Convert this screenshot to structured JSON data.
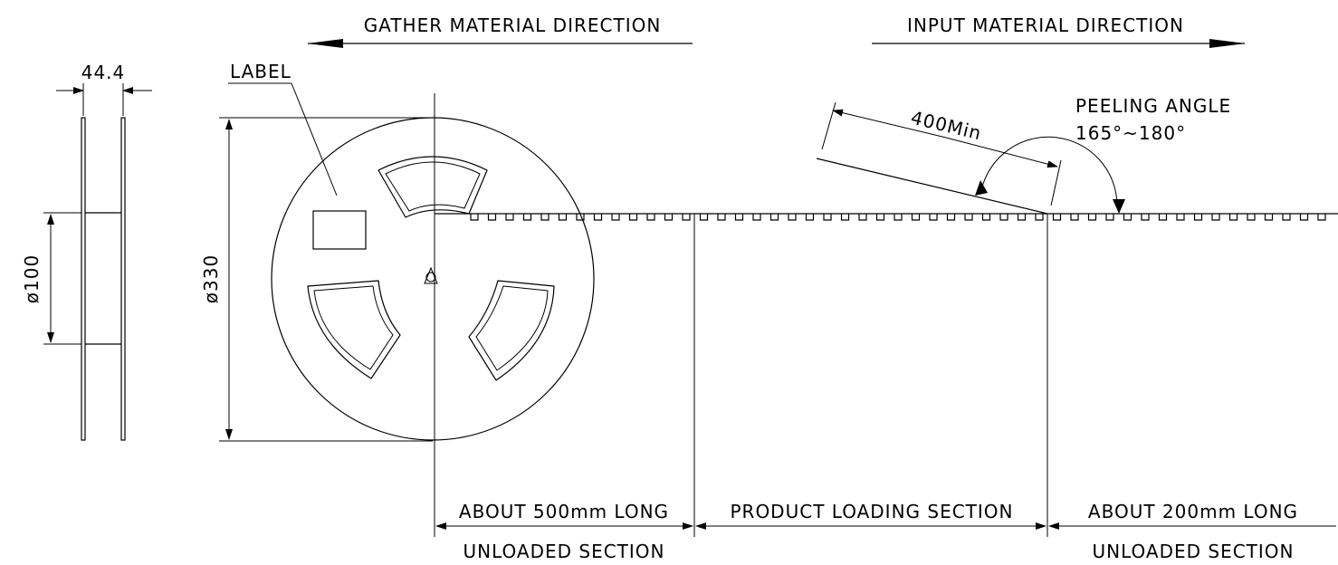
{
  "header": {
    "gather_direction": "GATHER MATERIAL DIRECTION",
    "input_direction": "INPUT MATERIAL DIRECTION"
  },
  "reel": {
    "width_dim": "44.4",
    "hub_dim": "ø100",
    "reel_dim": "ø330",
    "label": "LABEL"
  },
  "peel": {
    "length": "400Min",
    "angle_title": "PEELING ANGLE",
    "angle_range": "165°~180°"
  },
  "sections": {
    "lead_length": "ABOUT 500mm LONG",
    "lead_name": "UNLOADED SECTION",
    "product_name": "PRODUCT LOADING SECTION",
    "trail_length": "ABOUT 200mm LONG",
    "trail_name": "UNLOADED SECTION"
  }
}
